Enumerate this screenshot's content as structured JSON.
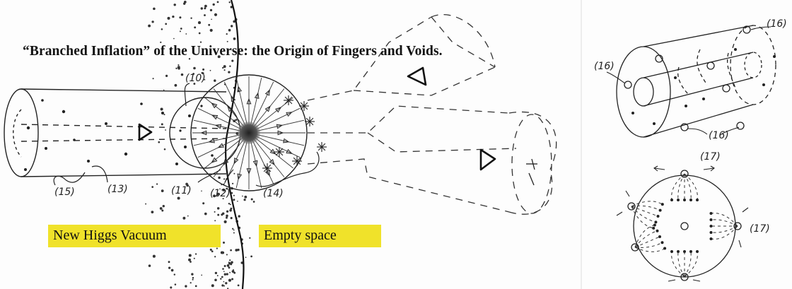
{
  "title": "“Branched Inflation” of the Universe: the Origin of Fingers and Voids.",
  "labels": {
    "left_region": "New Higgs Vacuum",
    "right_region": "Empty space"
  },
  "highlight_color": "#f0e22a",
  "callouts": {
    "n10": "(10)",
    "n11": "(11)",
    "n12": "(12)",
    "n13": "(13)",
    "n14": "(14)",
    "n15": "(15)",
    "n16a": "(16)",
    "n16b": "(16)",
    "n16c": "(16)",
    "n17a": "(17)",
    "n17b": "(17)"
  }
}
